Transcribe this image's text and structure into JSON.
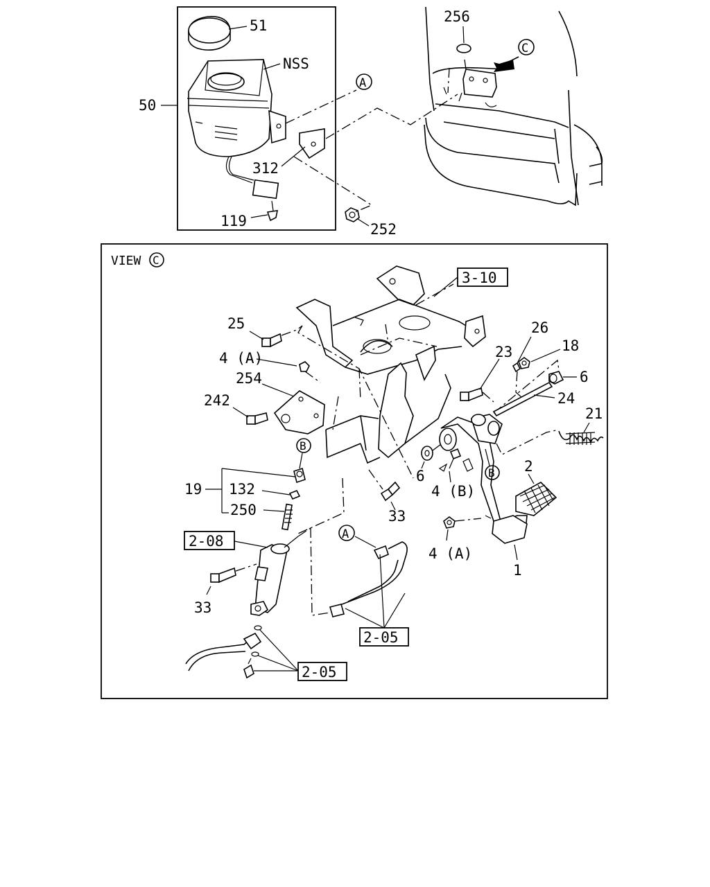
{
  "view_title": "VIEW",
  "circle_labels": {
    "view_ref": "C",
    "arrow_ref": "C",
    "a_top": "A",
    "a_bottom": "A",
    "b_left": "B",
    "b_right": "B"
  },
  "labels": {
    "p51": "51",
    "nss": "NSS",
    "p50": "50",
    "p312": "312",
    "p119": "119",
    "p252": "252",
    "p256": "256",
    "p25": "25",
    "p4a_top": "4 (A)",
    "p254": "254",
    "p242": "242",
    "p19": "19",
    "p132": "132",
    "p250": "250",
    "p33_mid": "33",
    "p33_left": "33",
    "p23": "23",
    "p26": "26",
    "p18": "18",
    "p6_right": "6",
    "p24": "24",
    "p21": "21",
    "p6_mid": "6",
    "p4b": "4 (B)",
    "p2": "2",
    "p4a_bottom": "4 (A)",
    "p1": "1"
  },
  "boxed_refs": {
    "r310": "3-10",
    "r208": "2-08",
    "r205_mid": "2-05",
    "r205_bottom": "2-05"
  }
}
